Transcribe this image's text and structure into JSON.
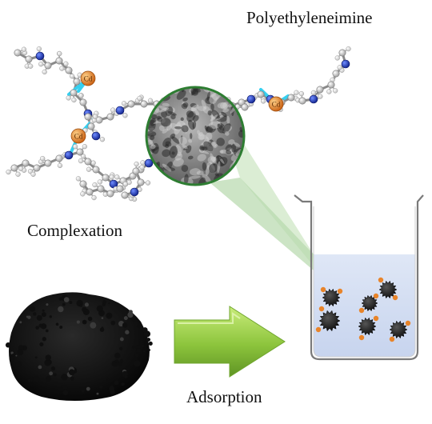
{
  "labels": {
    "polymer": "Polyethyleneimine",
    "complexation": "Complexation",
    "adsorption": "Adsorption",
    "ion": "Cd"
  },
  "colors": {
    "carbon": "#c8c8c8",
    "nitrogen": "#1f3fd0",
    "hydrogen": "#f2f2f2",
    "cd_ion": "#e8842a",
    "coordination_bond": "#35d0f0",
    "lens_border": "#2e7d32",
    "magnifier_cone": "#b9dcb0",
    "solution": "#d6e0f2",
    "arrow": "#8cc43c",
    "powder": "#151515"
  },
  "icons": [
    "pei-molecule",
    "cd-ion",
    "sem-magnifier",
    "black-powder",
    "adsorption-arrow",
    "beaker",
    "adsorbent-particle"
  ]
}
